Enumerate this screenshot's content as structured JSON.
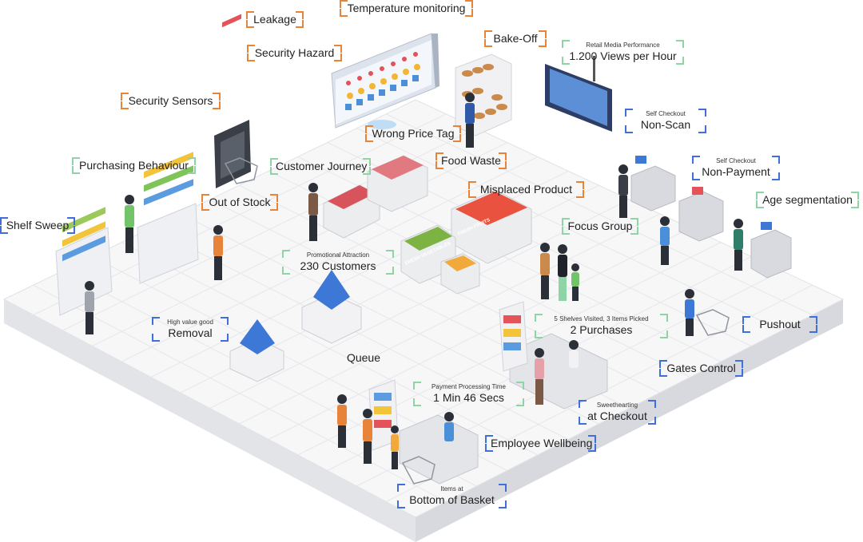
{
  "colors": {
    "orange": "#E8833A",
    "green": "#8FD4A6",
    "blue": "#3F6FD8",
    "floor_top": "#F7F7F8",
    "floor_side": "#E3E4E8",
    "grid": "#E6E7EB"
  },
  "labels": {
    "leakage": {
      "main": "Leakage",
      "color": "orange"
    },
    "temperature_monitoring": {
      "main": "Temperature monitoring",
      "color": "orange"
    },
    "security_hazard": {
      "main": "Security Hazard",
      "color": "orange"
    },
    "bake_off": {
      "main": "Bake-Off",
      "color": "orange"
    },
    "retail_media": {
      "sub": "Retail Media Performance",
      "main": "1.200 Views per Hour",
      "color": "green"
    },
    "security_sensors": {
      "main": "Security Sensors",
      "color": "orange"
    },
    "self_checkout_non_scan": {
      "sub": "Self Checkout",
      "main": "Non-Scan",
      "color": "blue"
    },
    "wrong_price_tag": {
      "main": "Wrong Price Tag",
      "color": "orange"
    },
    "purchasing_behaviour": {
      "main": "Purchasing Behaviour",
      "color": "green"
    },
    "customer_journey": {
      "main": "Customer Journey",
      "color": "green"
    },
    "food_waste": {
      "main": "Food Waste",
      "color": "orange"
    },
    "self_checkout_non_payment": {
      "sub": "Self Checkout",
      "main": "Non-Payment",
      "color": "blue"
    },
    "misplaced_product": {
      "main": "Misplaced Product",
      "color": "orange"
    },
    "out_of_stock": {
      "main": "Out of Stock",
      "color": "orange"
    },
    "age_segmentation": {
      "main": "Age segmentation",
      "color": "green"
    },
    "shelf_sweep": {
      "main": "Shelf Sweep",
      "color": "blue"
    },
    "focus_group": {
      "main": "Focus Group",
      "color": "green"
    },
    "promotional_attraction": {
      "sub": "Promotional Attraction",
      "main": "230 Customers",
      "color": "green"
    },
    "shelves_visited": {
      "sub": "5 Shelves Visited, 3 Items Picked",
      "main": "2 Purchases",
      "color": "green"
    },
    "pushout": {
      "main": "Pushout",
      "color": "blue"
    },
    "high_value_removal": {
      "sub": "High value good",
      "main": "Removal",
      "color": "blue"
    },
    "queue": {
      "main": "Queue",
      "color": "none"
    },
    "gates_control": {
      "main": "Gates Control",
      "color": "blue"
    },
    "payment_processing": {
      "sub": "Payment Processing Time",
      "main": "1 Min 46 Secs",
      "color": "green"
    },
    "sweethearting": {
      "sub": "Sweethearting",
      "main": "at Checkout",
      "color": "blue"
    },
    "employee_wellbeing": {
      "main": "Employee Wellbeing",
      "color": "blue"
    },
    "items_bottom_basket": {
      "sub": "Items at",
      "main": "Bottom of Basket",
      "color": "blue"
    }
  },
  "signs": {
    "fresh_fruits": "FRESH FRUITS",
    "fresh_vegetables": "FRESH VEGETABLES"
  }
}
